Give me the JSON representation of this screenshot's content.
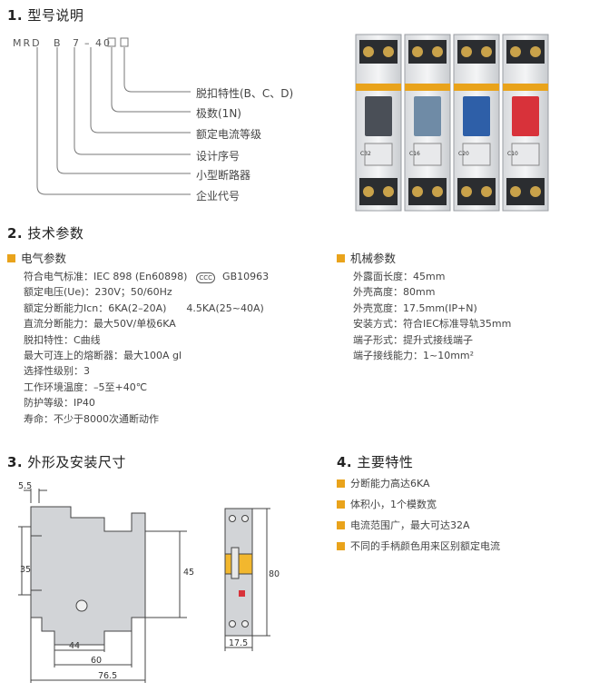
{
  "section1": {
    "number": "1.",
    "title": "型号说明",
    "model_code": [
      "MRD",
      "B",
      "7",
      "–",
      "40"
    ],
    "categories": [
      "脱扣特性(B、C、D)",
      "极数(1N)",
      "额定电流等级",
      "设计序号",
      "小型断路器",
      "企业代号"
    ],
    "product_labels": [
      "C32",
      "C16",
      "C20",
      "C10"
    ]
  },
  "section2": {
    "number": "2.",
    "title": "技术参数",
    "electrical": {
      "heading": "电气参数",
      "lines": [
        "符合电气标准：IEC 898 (En60898)",
        "额定电压(Ue)：230V；50/60Hz",
        "额定分断能力Icn：6KA(2–20A)",
        "直流分断能力：最大50V/单极6KA",
        "脱扣特性：C曲线",
        "最大可连上的熔断器：最大100A gl",
        "选择性级别：3",
        "工作环境温度：–5至+40℃",
        "防护等级：IP40",
        "寿命：不少于8000次通断动作"
      ],
      "cert_mark": "CCC",
      "std_extra": "GB10963",
      "icn_extra": "4.5KA(25~40A)"
    },
    "mechanical": {
      "heading": "机械参数",
      "lines": [
        "外露面长度：45mm",
        "外壳高度：80mm",
        "外壳宽度：17.5mm(IP+N)",
        "安装方式：符合IEC标准导轨35mm",
        "端子形式：提升式接线端子",
        "端子接线能力：1~10mm²"
      ]
    }
  },
  "section3": {
    "number": "3.",
    "title": "外形及安装尺寸",
    "dims": {
      "d5_5": "5.5",
      "d35": "35",
      "d45": "45",
      "d44": "44",
      "d60": "60",
      "d76_5": "76.5",
      "d80": "80",
      "d17_5": "17.5"
    }
  },
  "section4": {
    "number": "4.",
    "title": "主要特性",
    "features": [
      "分断能力高达6KA",
      "体积小，1个模数宽",
      "电流范围广，最大可达32A",
      "不同的手柄颜色用来区别额定电流"
    ]
  },
  "colors": {
    "accent": "#e9a31b",
    "handle_colors": [
      "#4a4f57",
      "#6f8ba6",
      "#2e5fa8",
      "#d8323a"
    ]
  }
}
